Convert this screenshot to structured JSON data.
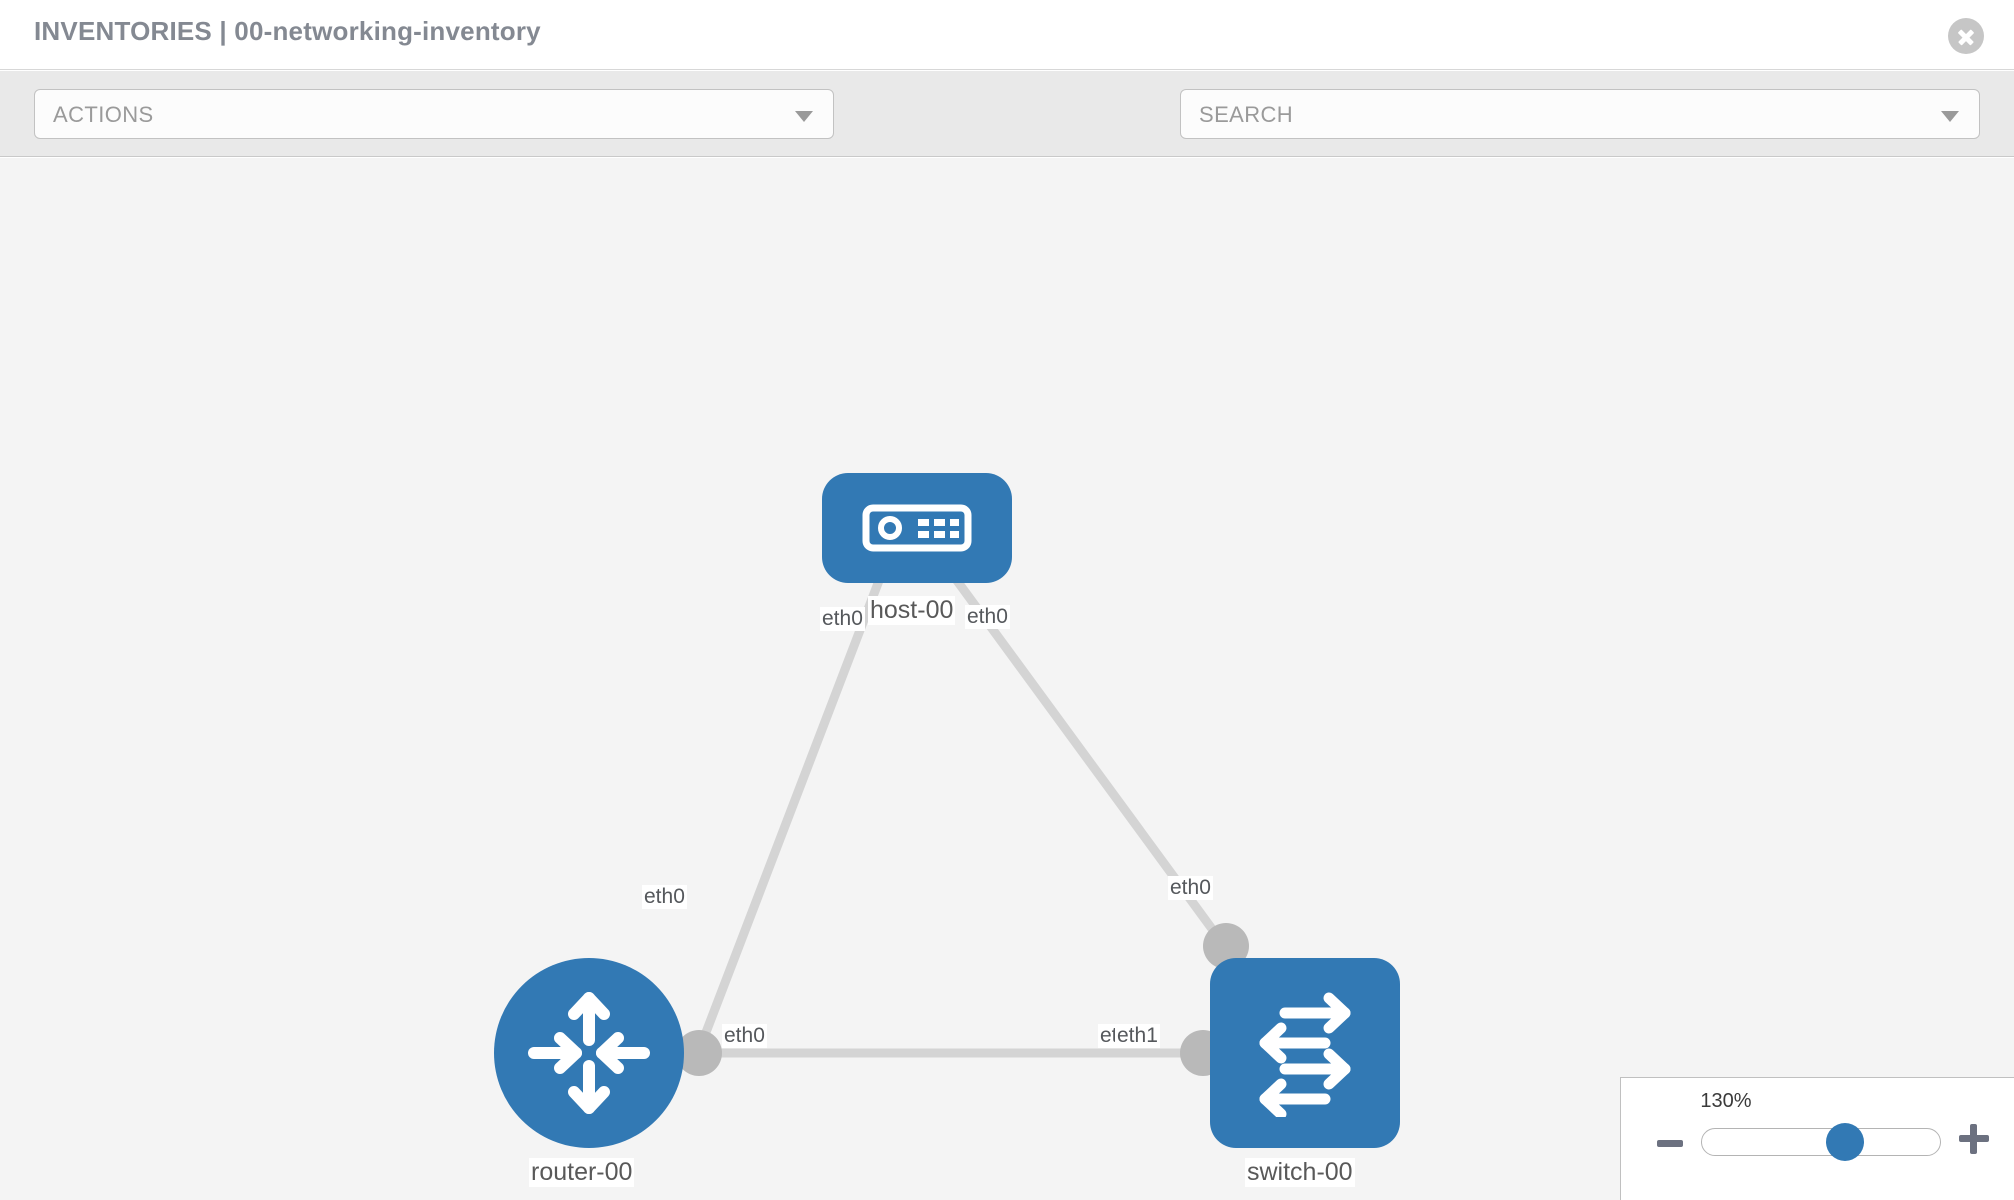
{
  "header": {
    "title": "INVENTORIES | 00-networking-inventory",
    "close_icon": "close-circle-icon"
  },
  "toolbar": {
    "actions_label": "ACTIONS",
    "actions_caret": "chevron-down-icon",
    "wrench_icon": "wrench-icon",
    "key_icon": "key-icon",
    "search_placeholder": "SEARCH",
    "search_caret": "chevron-down-icon"
  },
  "topology": {
    "node_color": "#3279b4",
    "port_color": "#b9b9b9",
    "link_color": "#d4d4d4",
    "label_color": "#595959",
    "nodes": [
      {
        "id": "host-00",
        "label": "host-00",
        "icon": "server-icon",
        "shape": "rounded-rect"
      },
      {
        "id": "router-00",
        "label": "router-00",
        "icon": "router-arrows-icon",
        "shape": "circle"
      },
      {
        "id": "switch-00",
        "label": "switch-00",
        "icon": "switch-arrows-icon",
        "shape": "rounded-square"
      }
    ],
    "interfaces": {
      "host_left": "eth0",
      "host_right": "eth0",
      "router_up": "eth0",
      "switch_up": "eth0",
      "router_e0": "eth0",
      "switch_e0_overlap": "eth0",
      "switch_e1": "eth1"
    },
    "links": [
      {
        "from": "host-00",
        "from_iface": "eth0",
        "to": "router-00",
        "to_iface": "eth0"
      },
      {
        "from": "host-00",
        "from_iface": "eth0",
        "to": "switch-00",
        "to_iface": "eth0"
      },
      {
        "from": "router-00",
        "from_iface": "eth0",
        "to": "switch-00",
        "to_iface": "eth1"
      }
    ]
  },
  "zoom_control": {
    "value": "130%",
    "minus_icon": "minus-icon",
    "plus_icon": "plus-icon",
    "slider_position_percent": 60
  }
}
